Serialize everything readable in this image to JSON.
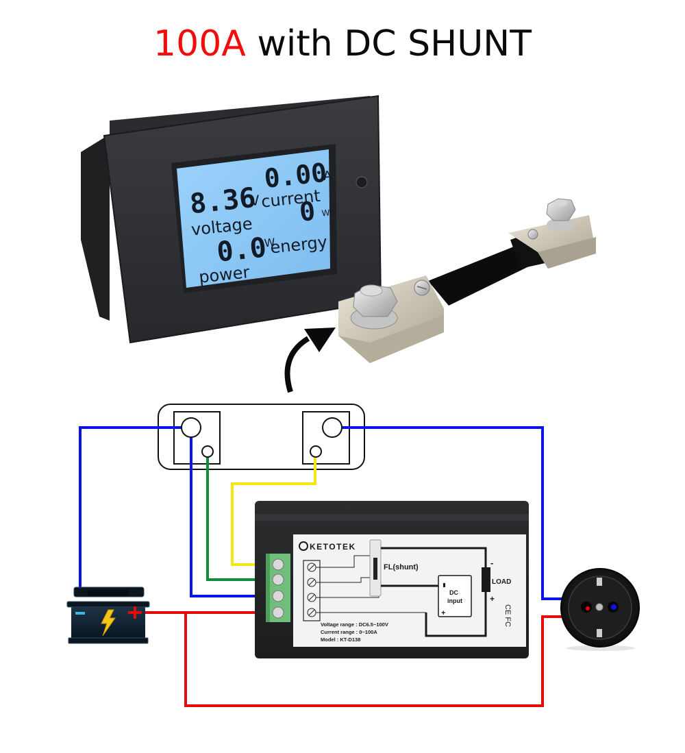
{
  "title": {
    "highlight": "100A",
    "rest": " with DC SHUNT",
    "highlight_color": "#f20c0c",
    "rest_color": "#0a0a0a"
  },
  "meter_front": {
    "voltage_value": "8.36",
    "voltage_unit": "V",
    "voltage_label": "voltage",
    "current_value": "0.00",
    "current_unit": "A",
    "current_label": "current",
    "power_value": "0.0",
    "power_unit": "W",
    "power_label": "power",
    "energy_value": "0",
    "energy_unit": "Wh",
    "energy_label": "energy",
    "lcd_color": "#8cc8f4",
    "case_color": "#2e3033"
  },
  "shunt_photo": {
    "icon": "curved-arrow-icon",
    "description": "100A shunt resistor with bolts"
  },
  "diagram": {
    "wire_colors": {
      "blue": "#0a14e6",
      "green": "#0f8c3c",
      "yellow": "#f5e614",
      "red": "#e60a0a"
    },
    "battery": {
      "minus": "−",
      "plus": "+",
      "icon": "battery-icon"
    },
    "socket": {
      "icon": "power-socket-icon"
    }
  },
  "meter_back": {
    "brand": "KETOTEK",
    "shunt_label": "FL(shunt)",
    "load_label": "LOAD",
    "load_minus": "-",
    "load_plus": "+",
    "dc_input_line1": "DC",
    "dc_input_line2": "input",
    "dc_minus": "▪",
    "dc_plus": "+",
    "voltage_range": "Voltage range : DC6.5~100V",
    "current_range": "Current range : 0~100A",
    "model": "Model : KT-D138",
    "certifications": "CE FC"
  }
}
